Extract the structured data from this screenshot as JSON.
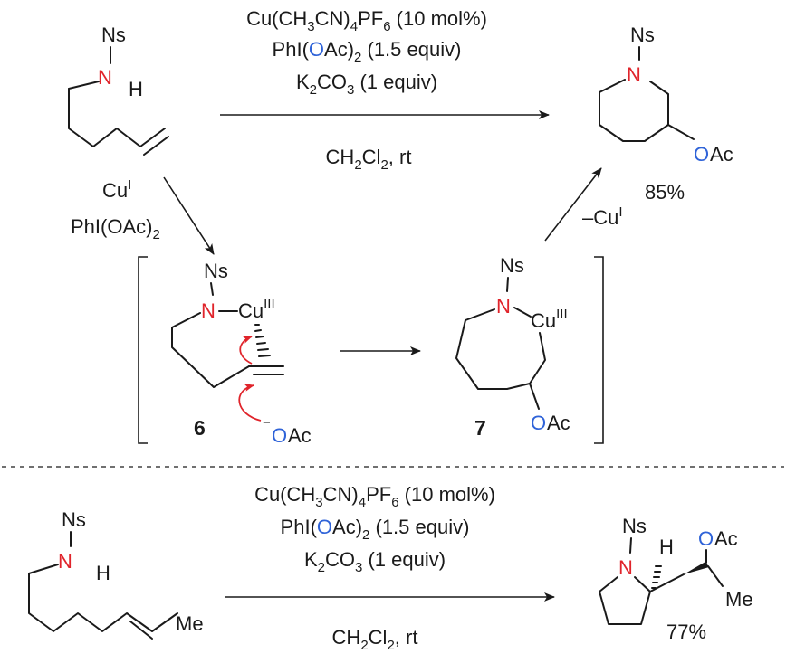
{
  "top_reaction": {
    "conditions_line1": {
      "a": "Cu(CH",
      "s1": "3",
      "b": "CN)",
      "s2": "4",
      "c": "PF",
      "s3": "6",
      "d": " (10 mol%)"
    },
    "conditions_line2": {
      "a": "PhI(",
      "o": "O",
      "b": "Ac)",
      "s": "2",
      "c": " (1.5 equiv)"
    },
    "conditions_line3": {
      "a": "K",
      "s1": "2",
      "b": "CO",
      "s2": "3",
      "c": " (1 equiv)"
    },
    "solvent": {
      "a": "CH",
      "s1": "2",
      "b": "Cl",
      "s2": "2",
      "c": ", rt"
    },
    "sm_ns": "Ns",
    "sm_n": "N",
    "sm_h": "H",
    "product_ns": "Ns",
    "product_n": "N",
    "product_o": "O",
    "product_ac": "Ac",
    "yield": "85%"
  },
  "mechanism": {
    "reagent_cu": "Cu",
    "reagent_cu_sup": "I",
    "reagent_phi": "PhI(OAc)",
    "reagent_phi_sub": "2",
    "loss_cu": "–Cu",
    "loss_cu_sup": "I",
    "int6_ns": "Ns",
    "int6_n": "N",
    "int6_cu": "Cu",
    "int6_cu_sup": "III",
    "int6_label": "6",
    "acetate_minus": "−",
    "acetate_o": "O",
    "acetate_ac": "Ac",
    "int7_ns": "Ns",
    "int7_n": "N",
    "int7_cu": "Cu",
    "int7_cu_sup": "III",
    "int7_o": "O",
    "int7_ac": "Ac",
    "int7_label": "7"
  },
  "bottom_reaction": {
    "conditions_line1": {
      "a": "Cu(CH",
      "s1": "3",
      "b": "CN)",
      "s2": "4",
      "c": "PF",
      "s3": "6",
      "d": " (10 mol%)"
    },
    "conditions_line2": {
      "a": "PhI(",
      "o": "O",
      "b": "Ac)",
      "s": "2",
      "c": " (1.5 equiv)"
    },
    "conditions_line3": {
      "a": "K",
      "s1": "2",
      "b": "CO",
      "s2": "3",
      "c": " (1 equiv)"
    },
    "solvent": {
      "a": "CH",
      "s1": "2",
      "b": "Cl",
      "s2": "2",
      "c": ", rt"
    },
    "sm_ns": "Ns",
    "sm_n": "N",
    "sm_h": "H",
    "sm_me": "Me",
    "product_ns": "Ns",
    "product_n": "N",
    "product_h": "H",
    "product_o": "O",
    "product_ac": "Ac",
    "product_me": "Me",
    "yield": "77%"
  },
  "colors": {
    "nitrogen": "#e0242b",
    "oxygen": "#2f63d8",
    "curly_arrow": "#e0242b"
  }
}
